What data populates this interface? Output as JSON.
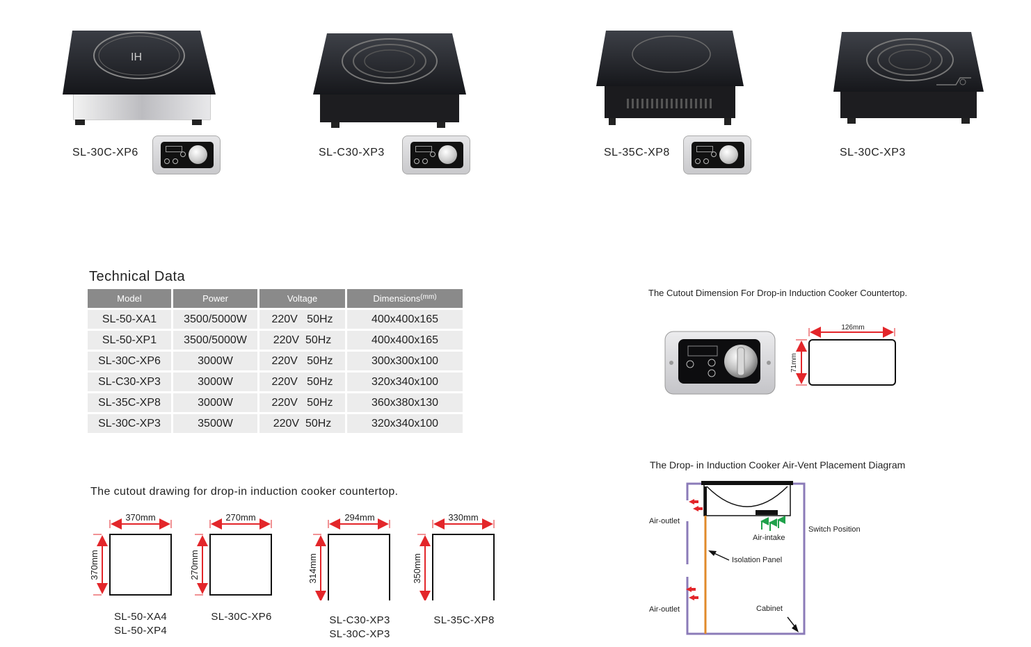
{
  "products": [
    {
      "model": "SL-30C-XP6",
      "logo": "IH",
      "has_panel": true
    },
    {
      "model": "SL-C30-XP3",
      "has_panel": true
    },
    {
      "model": "SL-35C-XP8",
      "has_panel": true
    },
    {
      "model": "SL-30C-XP3",
      "has_panel": false
    }
  ],
  "technical_data": {
    "title": "Technical Data",
    "headers": {
      "model": "Model",
      "power": "Power",
      "voltage": "Voltage",
      "dimensions": "Dimensions",
      "dimensions_unit": "(mm)"
    },
    "rows": [
      {
        "model": "SL-50-XA1",
        "power": "3500/5000W",
        "voltage": "220V   50Hz",
        "dimensions": "400x400x165"
      },
      {
        "model": "SL-50-XP1",
        "power": "3500/5000W",
        "voltage": "220V  50Hz",
        "dimensions": "400x400x165"
      },
      {
        "model": "SL-30C-XP6",
        "power": "3000W",
        "voltage": "220V   50Hz",
        "dimensions": "300x300x100"
      },
      {
        "model": "SL-C30-XP3",
        "power": "3000W",
        "voltage": "220V   50Hz",
        "dimensions": "320x340x100"
      },
      {
        "model": "SL-35C-XP8",
        "power": "3000W",
        "voltage": "220V   50Hz",
        "dimensions": "360x380x130"
      },
      {
        "model": "SL-30C-XP3",
        "power": "3500W",
        "voltage": "220V  50Hz",
        "dimensions": "320x340x100"
      }
    ]
  },
  "cutout_drawing": {
    "title": "The cutout drawing for drop-in induction cooker countertop.",
    "items": [
      {
        "width": "370mm",
        "height": "370mm",
        "models": [
          "SL-50-XA4",
          "SL-50-XP4"
        ]
      },
      {
        "width": "270mm",
        "height": "270mm",
        "models": [
          "SL-30C-XP6"
        ]
      },
      {
        "width": "294mm",
        "height": "314mm",
        "models": [
          "SL-C30-XP3",
          "SL-30C-XP3"
        ]
      },
      {
        "width": "330mm",
        "height": "350mm",
        "models": [
          "SL-35C-XP8"
        ]
      }
    ]
  },
  "panel_cutout": {
    "title": "The Cutout Dimension For Drop-in Induction Cooker Countertop.",
    "width": "126mm",
    "height": "71mm"
  },
  "air_vent": {
    "title": "The Drop- in Induction Cooker Air-Vent Placement Diagram",
    "labels": {
      "air_outlet_top": "Air-outlet",
      "air_intake": "Air-intake",
      "switch_position": "Switch Position",
      "isolation_panel": "Isolation Panel",
      "air_outlet_bottom": "Air-outlet",
      "cabinet": "Cabinet"
    }
  },
  "colors": {
    "dimension_red": "#e3262a",
    "cabinet_purple": "#8b7bb8",
    "intake_green": "#1fa14a",
    "isolation_orange": "#e08a2a",
    "header_gray": "#8a8a8a",
    "cell_gray": "#ececec"
  }
}
